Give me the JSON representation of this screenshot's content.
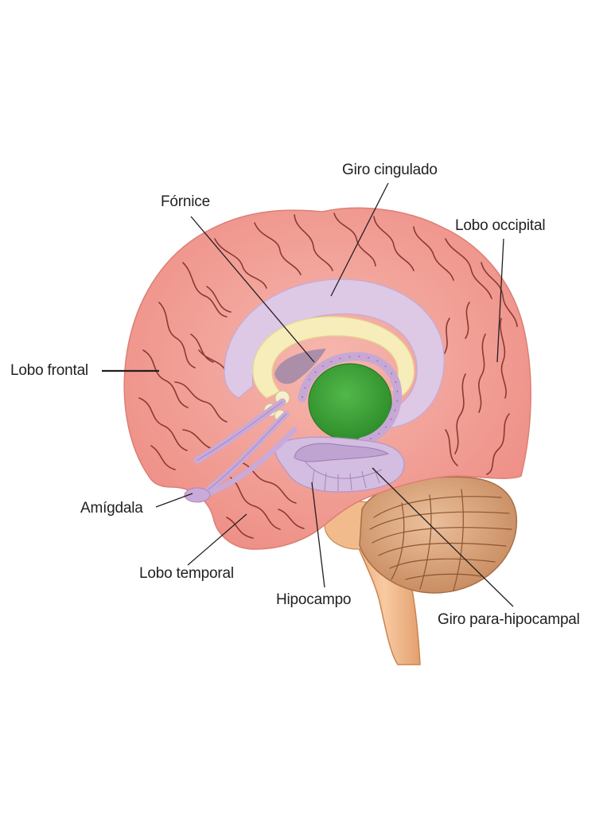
{
  "labels": {
    "giro_cingulado": "Giro cingulado",
    "fornice": "Fórnice",
    "lobo_occipital": "Lobo occipital",
    "lobo_frontal": "Lobo frontal",
    "amigdala": "Amígdala",
    "lobo_temporal": "Lobo temporal",
    "hipocampo": "Hipocampo",
    "giro_para_hipocampal": "Giro para-hipocampal"
  },
  "colors": {
    "cortex": "#f3a8a0",
    "cortex_edge": "#e89088",
    "sulci": "#8a3a32",
    "limbic_lilac": "#d9c3e3",
    "corpus_callosum": "#f5ecb8",
    "thalamus_green": "#3ea33a",
    "cerebellum": "#d9a57c",
    "brainstem": "#efb789",
    "leader_line": "#231f20"
  }
}
